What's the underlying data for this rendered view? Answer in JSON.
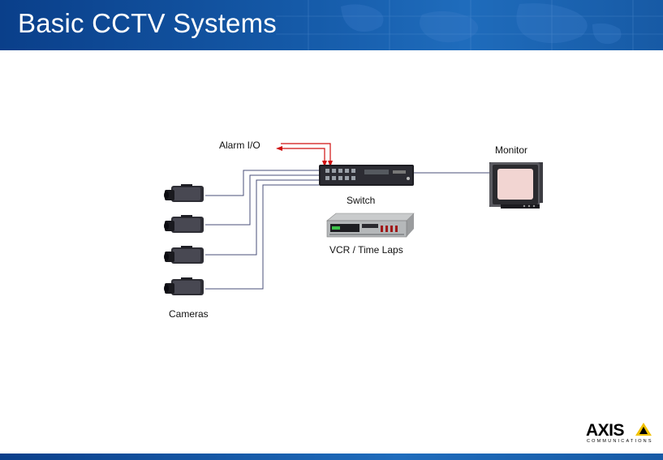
{
  "slide": {
    "title": "Basic CCTV Systems"
  },
  "labels": {
    "alarm": "Alarm I/O",
    "monitor": "Monitor",
    "switch": "Switch",
    "vcr": "VCR  / Time Laps",
    "cameras": "Cameras"
  },
  "logo": {
    "name": "AXIS",
    "tagline": "COMMUNICATIONS"
  },
  "colors": {
    "header": "#155aa8",
    "alarm_line": "#d01010",
    "cable": "#4a4f7a"
  },
  "icons": {
    "camera": "cctv-camera-icon",
    "switch": "video-switch-icon",
    "vcr": "vcr-icon",
    "monitor": "crt-monitor-icon"
  }
}
